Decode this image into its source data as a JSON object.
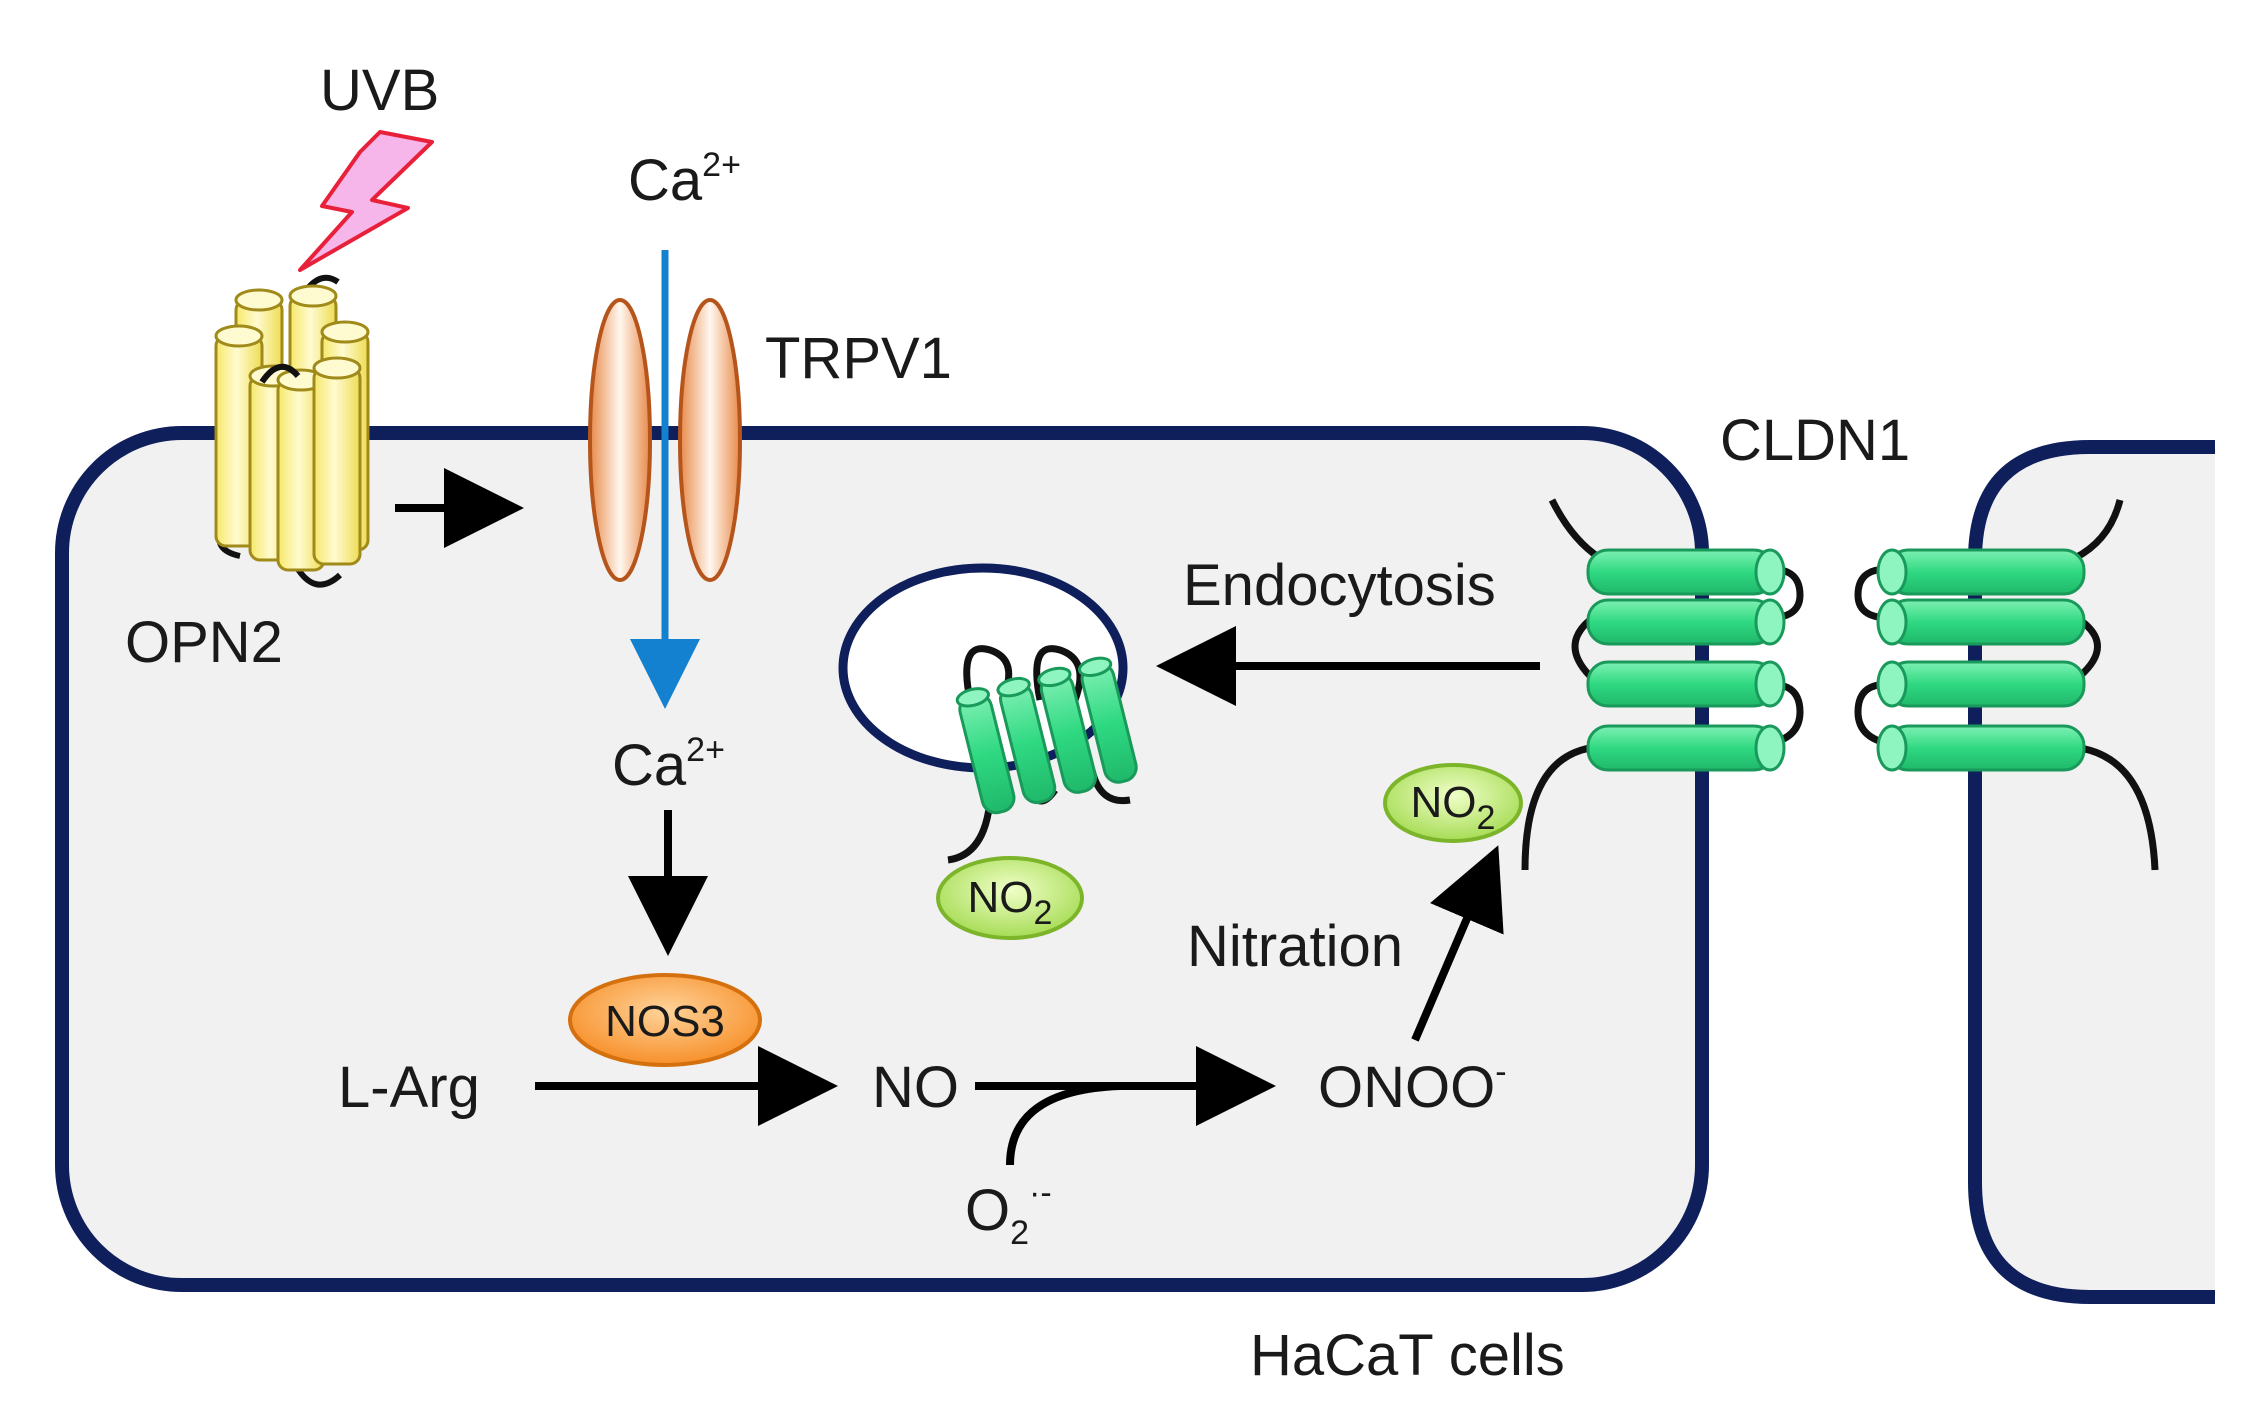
{
  "diagram": {
    "uvb": "UVB",
    "opn2": "OPN2",
    "trpv1": "TRPV1",
    "cldn1": "CLDN1",
    "endocytosis": "Endocytosis",
    "nitration": "Nitration",
    "ca_top": {
      "base": "Ca",
      "sup": "2+"
    },
    "ca_inner": {
      "base": "Ca",
      "sup": "2+"
    },
    "nos3": "NOS3",
    "larg": "L-Arg",
    "no": "NO",
    "onoo": {
      "base": "ONOO",
      "sup": "-"
    },
    "superoxide": {
      "base": "O",
      "sub": "2",
      "sup": "·-"
    },
    "no2_vesicle": {
      "base": "NO",
      "sub": "2"
    },
    "no2_membrane": {
      "base": "NO",
      "sub": "2"
    },
    "cells_label": "HaCaT cells"
  },
  "colors": {
    "membrane": "#0f1f5c",
    "cytoplasm": "#f1f1f1",
    "opn2_fill": "#fbf28c",
    "opn2_stroke": "#a08a1a",
    "trpv1_fill": "#f3a36a",
    "trpv1_stroke": "#b5551b",
    "cldn1_fill": "#3fe08c",
    "cldn1_stroke": "#1a9a5a",
    "nos3_fill": "#f7952c",
    "no2_fill": "#c8ee7a",
    "ca_flow": "#1480d0",
    "uvb_fill": "#f7b6ea",
    "uvb_stroke": "#e8203a"
  }
}
